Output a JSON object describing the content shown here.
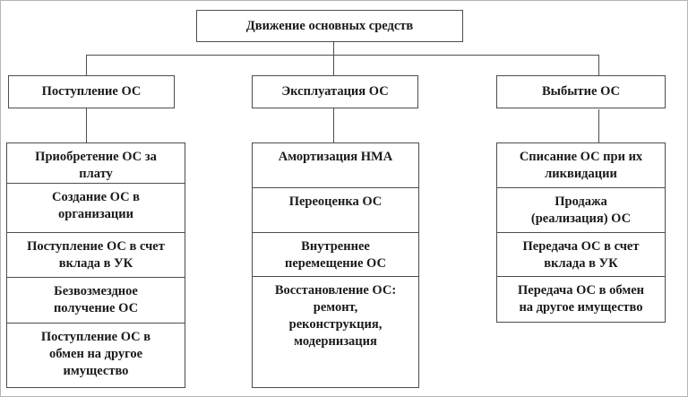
{
  "diagram": {
    "title": "Движение основных средств",
    "columns": [
      {
        "header": "Поступление ОС",
        "items": [
          "Приобретение ОС за\nплату",
          "Создание ОС в\nорганизации",
          "Поступление ОС в счет\nвклада в УК",
          "Безвозмездное\nполучение ОС",
          "Поступление ОС в\nобмен на другое\nимущество"
        ]
      },
      {
        "header": "Эксплуатация ОС",
        "items": [
          "Амортизация НМА",
          "Переоценка ОС",
          "Внутреннее\nперемещение ОС",
          "Восстановление ОС:\nремонт,\nреконструкция,\nмодернизация"
        ]
      },
      {
        "header": "Выбытие ОС",
        "items": [
          "Списание ОС при их\nликвидации",
          "Продажа\n(реализация) ОС",
          "Передача ОС в счет\nвклада в УК",
          "Передача ОС в обмен\nна другое имущество"
        ]
      }
    ],
    "colors": {
      "box_border": "#4d4d4d",
      "connector": "#4d4d4d",
      "outer_frame": "#b5b5b5",
      "text": "#1a1a1a",
      "background": "#ffffff"
    }
  }
}
